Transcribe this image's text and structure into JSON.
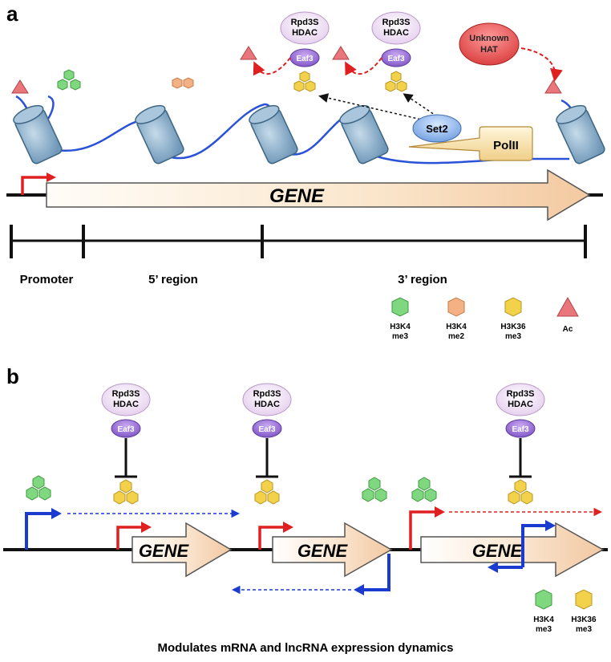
{
  "panel_a": {
    "label": "a",
    "gene_label": "GENE",
    "complex_1": {
      "top": "Rpd3S",
      "bottom": "HDAC",
      "eaf": "Eaf3"
    },
    "complex_2": {
      "top": "Rpd3S",
      "bottom": "HDAC",
      "eaf": "Eaf3"
    },
    "unknown_hat": {
      "top": "Unknown",
      "bottom": "HAT"
    },
    "set2": "Set2",
    "polii": "PolII",
    "regions": {
      "promoter": "Promoter",
      "five_prime": "5’ region",
      "three_prime": "3’ region"
    },
    "legend": [
      {
        "line1": "H3K4",
        "line2": "me3",
        "color": "#7fd87f"
      },
      {
        "line1": "H3K4",
        "line2": "me2",
        "color": "#f4b183"
      },
      {
        "line1": "H3K36",
        "line2": "me3",
        "color": "#f2d14b"
      },
      {
        "line1": "Ac",
        "line2": "",
        "color": "#e8767a"
      }
    ]
  },
  "panel_b": {
    "label": "b",
    "gene_1": "GENE",
    "gene_2": "GENE",
    "gene_3": "GENE",
    "complex_1": {
      "top": "Rpd3S",
      "bottom": "HDAC",
      "eaf": "Eaf3"
    },
    "complex_2": {
      "top": "Rpd3S",
      "bottom": "HDAC",
      "eaf": "Eaf3"
    },
    "complex_3": {
      "top": "Rpd3S",
      "bottom": "HDAC",
      "eaf": "Eaf3"
    },
    "legend": [
      {
        "line1": "H3K4",
        "line2": "me3",
        "color": "#7fd87f"
      },
      {
        "line1": "H3K36",
        "line2": "me3",
        "color": "#f2d14b"
      }
    ],
    "caption": "Modulates mRNA and lncRNA expression dynamics"
  },
  "colors": {
    "red_arrow": "#e02020",
    "blue_arrow": "#1a3ad0",
    "dna": "#2a52d8",
    "nucleosome": "#8fb3cf",
    "rpd3s": "#eedcf2",
    "eaf3": "#9b72d8",
    "set2": "#8ab4ea",
    "polii": "#f7e2b0"
  }
}
